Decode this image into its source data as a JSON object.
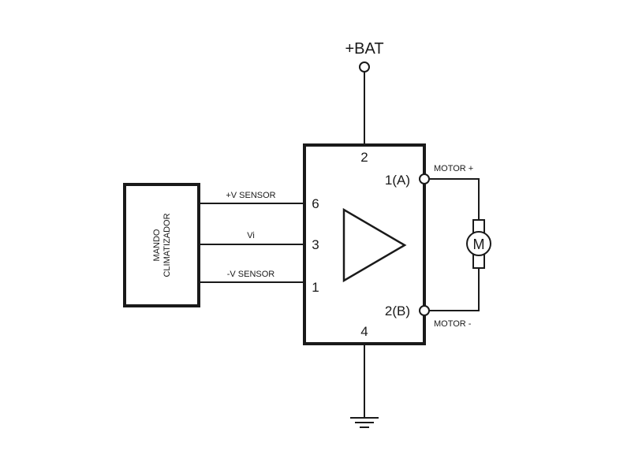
{
  "supply": {
    "label": "+BAT"
  },
  "controller": {
    "line1": "MANDO",
    "line2": "CLIMATIZADOR"
  },
  "signals": {
    "plus_v_sensor": "+V SENSOR",
    "vi": "Vi",
    "minus_v_sensor": "-V SENSOR"
  },
  "ic_pins": {
    "pin_top": "2",
    "pin_6": "6",
    "pin_3": "3",
    "pin_1": "1",
    "pin_bottom": "4",
    "pin_1a": "1(A)",
    "pin_2b": "2(B)"
  },
  "motor": {
    "symbol": "M",
    "plus_label": "MOTOR +",
    "minus_label": "MOTOR -"
  }
}
